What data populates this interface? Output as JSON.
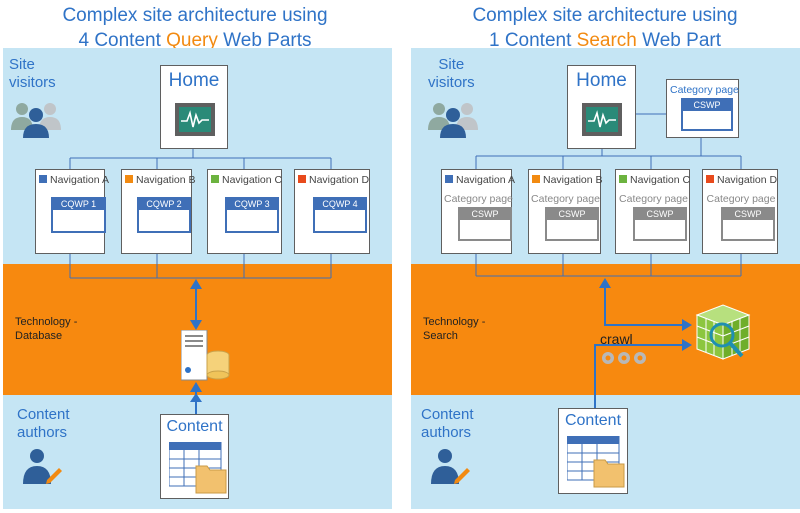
{
  "left": {
    "title_line1": "Complex site architecture using",
    "title_pre": "4 Content ",
    "title_highlight": "Query",
    "title_post": " Web Parts",
    "site_visitors_line1": "Site",
    "site_visitors_line2": "visitors",
    "home": "Home",
    "navs": [
      {
        "label": "Navigation A",
        "color": "#3f6fb7",
        "wp": "CQWP 1"
      },
      {
        "label": "Navigation B",
        "color": "#f28a11",
        "wp": "CQWP 2"
      },
      {
        "label": "Navigation C",
        "color": "#6cb33f",
        "wp": "CQWP 3"
      },
      {
        "label": "Navigation D",
        "color": "#e84a1c",
        "wp": "CQWP 4"
      }
    ],
    "tech_line1": "Technology -",
    "tech_line2": "Database",
    "authors_line1": "Content",
    "authors_line2": "authors",
    "content": "Content"
  },
  "right": {
    "title_line1": "Complex site architecture using",
    "title_pre": "1 Content ",
    "title_highlight": "Search",
    "title_post": " Web Part",
    "site_visitors_line1": "Site",
    "site_visitors_line2": "visitors",
    "home": "Home",
    "category_page": "Category page",
    "cswp": "CSWP",
    "navs": [
      {
        "label": "Navigation A",
        "color": "#3f6fb7",
        "category": "Category page",
        "wp": "CSWP"
      },
      {
        "label": "Navigation B",
        "color": "#f28a11",
        "category": "Category page",
        "wp": "CSWP"
      },
      {
        "label": "Navigation C",
        "color": "#6cb33f",
        "category": "Category page",
        "wp": "CSWP"
      },
      {
        "label": "Navigation D",
        "color": "#e84a1c",
        "category": "Category page",
        "wp": "CSWP"
      }
    ],
    "tech_line1": "Technology -",
    "tech_line2": "Search",
    "crawl": "crawl",
    "authors_line1": "Content",
    "authors_line2": "authors",
    "content": "Content"
  }
}
